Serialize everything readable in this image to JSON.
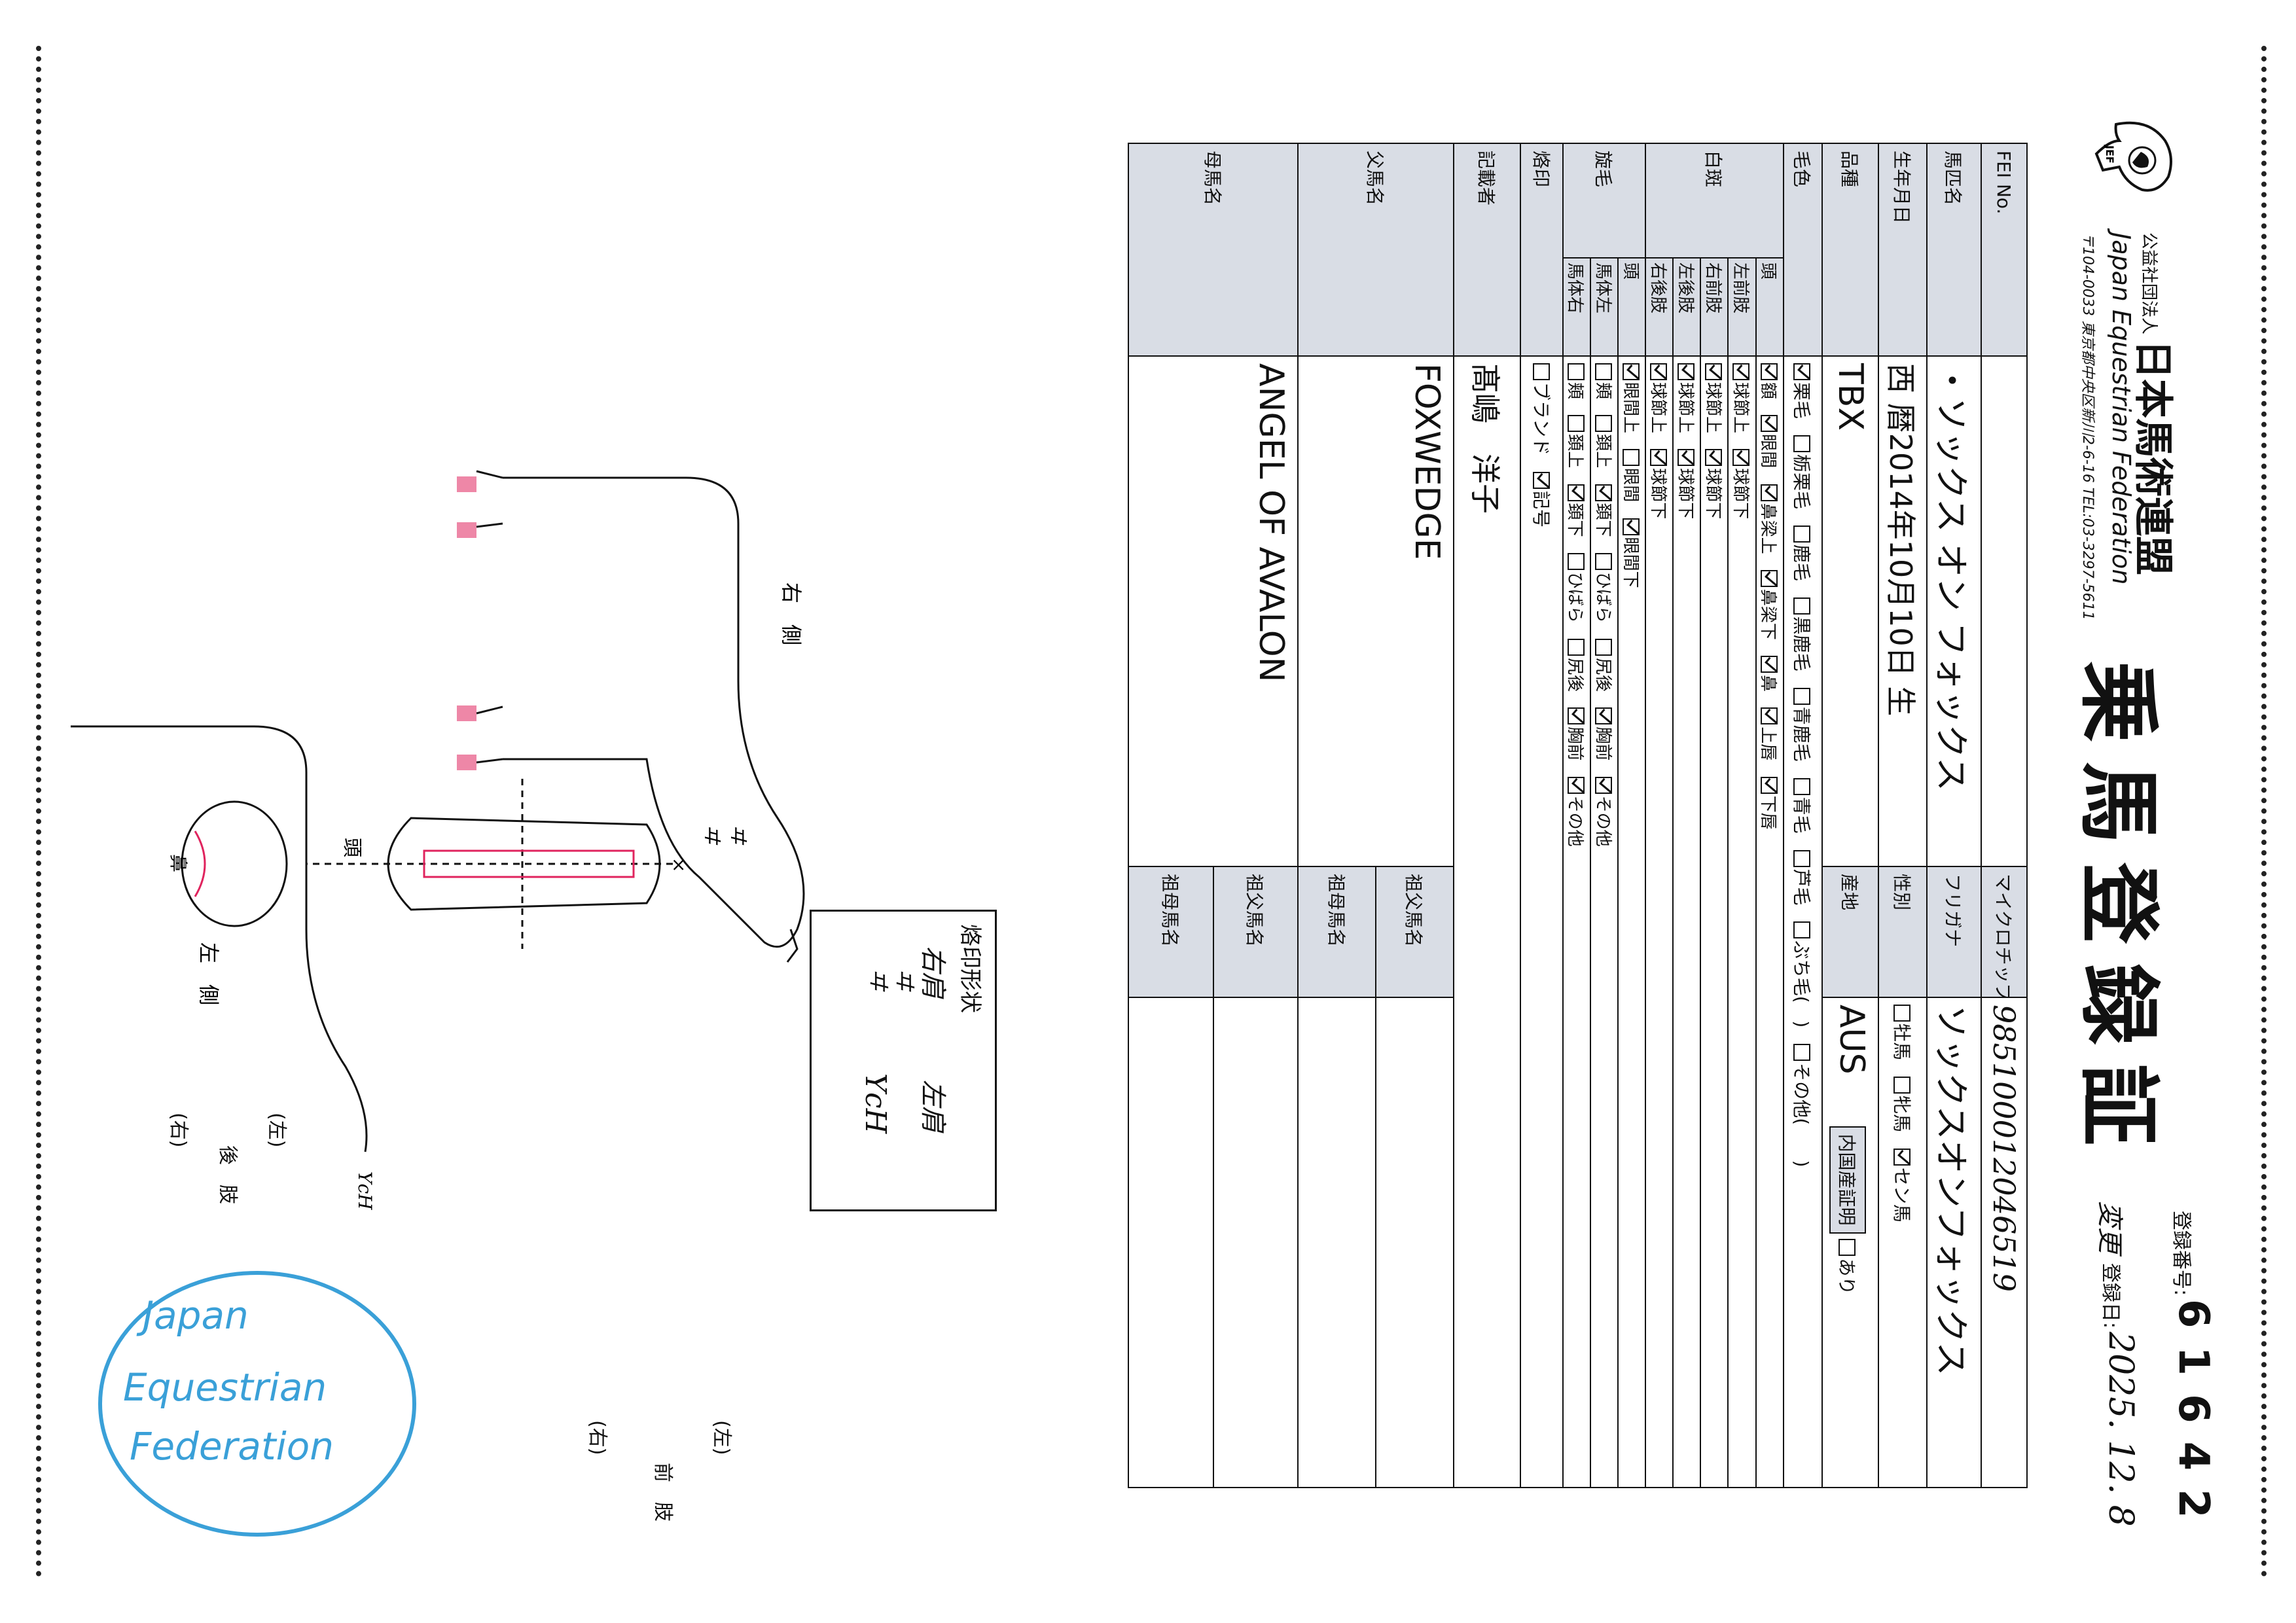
{
  "header": {
    "org_prefix": "公益社団法人",
    "org_name_jp": "日本馬術連盟",
    "org_name_en": "Japan Equestrian Federation",
    "org_address": "〒104-0033 東京都中央区新川2-6-16 TEL:03-3297-5611",
    "logo_caption": "JEF",
    "title": "乗馬登録証",
    "reg_no_label": "登録番号:",
    "reg_no_value": "61642",
    "change_mark": "変更",
    "reg_date_label": "登録日:",
    "reg_date_value": "2025. 12. 8"
  },
  "form": {
    "fei_label": "FEI No.",
    "microchip_label": "マイクロチップNo.",
    "microchip_value": "985100012046519",
    "horse_name_label": "馬匹名",
    "horse_name_value": "・ソックス オン フォックス",
    "furigana_label": "フリガナ",
    "furigana_value": "ソックスオンフォックス",
    "birth_label": "生年月日",
    "birth_value": "西 暦2014年10月10日 生",
    "sex_label": "性別",
    "sex_options": [
      {
        "label": "牡馬",
        "checked": false
      },
      {
        "label": "牝馬",
        "checked": false
      },
      {
        "label": "セン馬",
        "checked": true
      }
    ],
    "breed_label": "品種",
    "breed_value": "TBX",
    "origin_label": "産地",
    "origin_value": "AUS",
    "domestic_cert_label": "内国産証明",
    "domestic_cert_option": {
      "label": "あり",
      "checked": false
    },
    "coat_label": "毛色",
    "coat_options": [
      {
        "label": "栗毛",
        "checked": true
      },
      {
        "label": "栃栗毛",
        "checked": false
      },
      {
        "label": "鹿毛",
        "checked": false
      },
      {
        "label": "黒鹿毛",
        "checked": false
      },
      {
        "label": "青鹿毛",
        "checked": false
      },
      {
        "label": "青毛",
        "checked": false
      },
      {
        "label": "芦毛",
        "checked": false
      },
      {
        "label": "ぶち毛(",
        "checked": false
      },
      {
        "label": ")",
        "checked": false
      },
      {
        "label": "その他(",
        "checked": false
      },
      {
        "label": ")",
        "checked": false
      }
    ],
    "markings_label": "白斑",
    "markings": [
      {
        "part": "頭",
        "options": [
          {
            "label": "額",
            "checked": true
          },
          {
            "label": "眼間",
            "checked": true
          },
          {
            "label": "鼻梁上",
            "checked": true
          },
          {
            "label": "鼻梁下",
            "checked": true
          },
          {
            "label": "鼻",
            "checked": true
          },
          {
            "label": "上唇",
            "checked": true
          },
          {
            "label": "下唇",
            "checked": true
          }
        ]
      },
      {
        "part": "左前肢",
        "options": [
          {
            "label": "球節上",
            "checked": true
          },
          {
            "label": "球節下",
            "checked": true
          }
        ]
      },
      {
        "part": "右前肢",
        "options": [
          {
            "label": "球節上",
            "checked": true
          },
          {
            "label": "球節下",
            "checked": true
          }
        ]
      },
      {
        "part": "左後肢",
        "options": [
          {
            "label": "球節上",
            "checked": true
          },
          {
            "label": "球節下",
            "checked": true
          }
        ]
      },
      {
        "part": "右後肢",
        "options": [
          {
            "label": "球節上",
            "checked": true
          },
          {
            "label": "球節下",
            "checked": true
          }
        ]
      }
    ],
    "whorls_label": "旋毛",
    "whorls": [
      {
        "part": "頭",
        "options": [
          {
            "label": "眼間上",
            "checked": true
          },
          {
            "label": "眼間",
            "checked": false
          },
          {
            "label": "眼間下",
            "checked": true
          }
        ]
      },
      {
        "part": "馬体左",
        "options": [
          {
            "label": "頬",
            "checked": false
          },
          {
            "label": "頚上",
            "checked": false
          },
          {
            "label": "頚下",
            "checked": true
          },
          {
            "label": "ひばら",
            "checked": false
          },
          {
            "label": "尻後",
            "checked": false
          },
          {
            "label": "胸前",
            "checked": true
          },
          {
            "label": "その他",
            "checked": true
          }
        ]
      },
      {
        "part": "馬体右",
        "options": [
          {
            "label": "頬",
            "checked": false
          },
          {
            "label": "頚上",
            "checked": false
          },
          {
            "label": "頚下",
            "checked": true
          },
          {
            "label": "ひばら",
            "checked": false
          },
          {
            "label": "尻後",
            "checked": false
          },
          {
            "label": "胸前",
            "checked": true
          },
          {
            "label": "その他",
            "checked": true
          }
        ]
      }
    ],
    "brand_label": "烙印",
    "brand_options": [
      {
        "label": "ブランド",
        "checked": false
      },
      {
        "label": "記号",
        "checked": true
      }
    ],
    "recorder_label": "記載者",
    "recorder_value": "髙嶋　洋子",
    "sire_label": "父馬名",
    "sire_value": "FOXWEDGE",
    "dam_label": "母馬名",
    "dam_value": "ANGEL OF AVALON",
    "grandsire_label": "祖父馬名",
    "granddam_label": "祖母馬名"
  },
  "diagram": {
    "brand_shape_title": "烙印形状",
    "brand_shape_lines": [
      "右肩",
      "ヰ",
      "ヰ"
    ],
    "brand_shape_right": [
      "左肩",
      "YcH"
    ],
    "right_side_label": "右　側",
    "left_side_label": "左　側",
    "head_label": "頭",
    "nose_label": "鼻",
    "front_legs_label": "前　肢",
    "hind_legs_label": "後　肢",
    "left_label": "(左)",
    "right_label": "(右)",
    "mark_right_neck": "ヰ",
    "mark_right_neck2": "ヰ",
    "mark_left_shoulder": "YcH",
    "cross_mark": "×"
  },
  "stamp": {
    "line1": "Japan",
    "line2": "Equestrian",
    "line3": "Federation"
  },
  "colors": {
    "form_label_bg": "#d9dde5",
    "marking_red": "#e0245e",
    "stamp_blue": "#3aa0d8"
  }
}
